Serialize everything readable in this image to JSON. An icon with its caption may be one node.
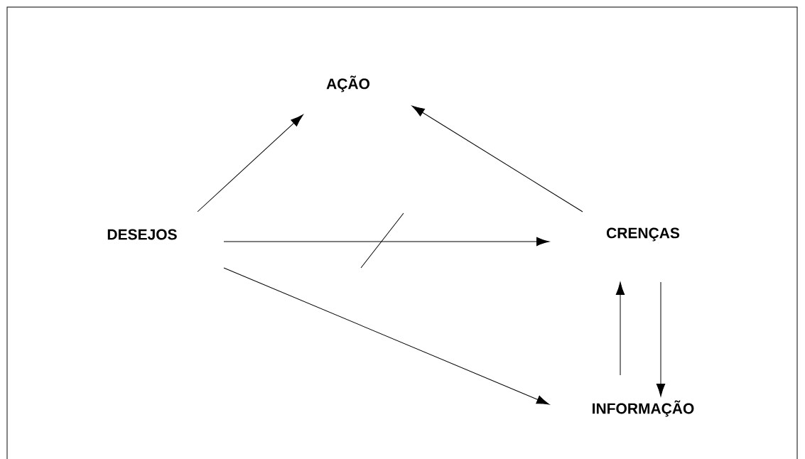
{
  "diagram": {
    "nodes": [
      {
        "text": [
          "AÇÃO"
        ]
      },
      {
        "text": [
          "DESEJOS"
        ]
      },
      {
        "text": [
          "CRENÇAS"
        ]
      },
      {
        "text": [
          "INFORMAÇÃO"
        ]
      }
    ],
    "edges": [
      {
        "from": 1,
        "to": 0,
        "arrow": "to"
      },
      {
        "from": 2,
        "to": 0,
        "arrow": "to"
      },
      {
        "from": 1,
        "to": 2,
        "arrow": "to"
      },
      {
        "from": 1,
        "to": 3,
        "arrow": "to"
      },
      {
        "from": 3,
        "to": 2,
        "arrow": "to"
      },
      {
        "from": 2,
        "to": 3,
        "arrow": "to"
      }
    ]
  }
}
